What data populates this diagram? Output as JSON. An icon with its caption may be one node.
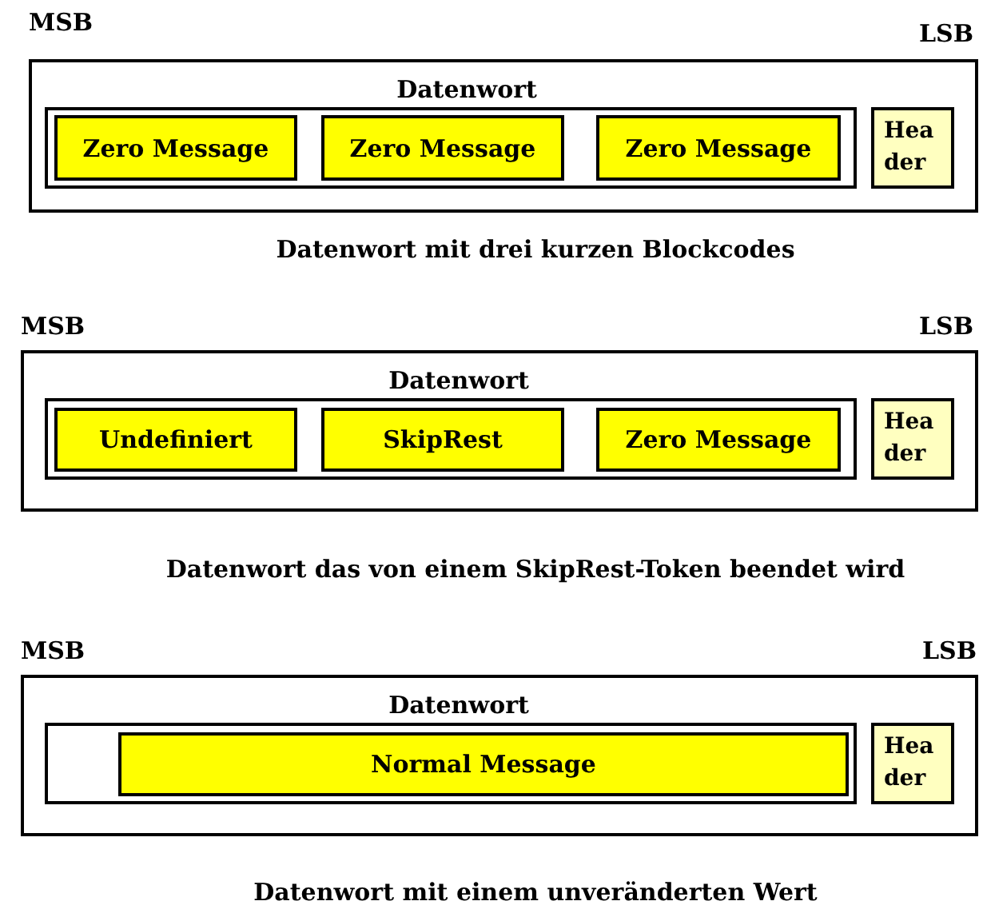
{
  "diagram": {
    "nodes": [
      {
        "text": [
          "Datenwort"
        ]
      },
      {
        "text": [],
        "shape": "box",
        "in": 0
      },
      {
        "text": [
          "Zero Message"
        ],
        "in": 1
      },
      {
        "text": [
          "Zero Message"
        ],
        "in": 1
      },
      {
        "text": [
          "Zero Message"
        ],
        "in": 1
      },
      {
        "text": [
          "Hea der"
        ],
        "in": 0
      },
      {
        "text": [
          "Datenwort"
        ]
      },
      {
        "text": [],
        "shape": "box",
        "in": 6
      },
      {
        "text": [
          "Undefiniert"
        ],
        "in": 7
      },
      {
        "text": [
          "SkipRest"
        ],
        "in": 7
      },
      {
        "text": [
          "Zero Message"
        ],
        "in": 7
      },
      {
        "text": [
          "Hea der"
        ],
        "in": 6
      },
      {
        "text": [
          "Datenwort"
        ]
      },
      {
        "text": [],
        "shape": "box",
        "in": 12
      },
      {
        "text": [
          "Normal Message"
        ],
        "in": 13
      },
      {
        "text": [
          "Hea der"
        ],
        "in": 12
      }
    ],
    "labels": [
      "MSB",
      "LSB",
      "Datenwort mit drei kurzen Blockcodes",
      "MSB",
      "LSB",
      "Datenwort das von einem SkipRest-Token beendet wird",
      "MSB",
      "LSB",
      "Datenwort mit einem unveränderten Wert"
    ]
  }
}
